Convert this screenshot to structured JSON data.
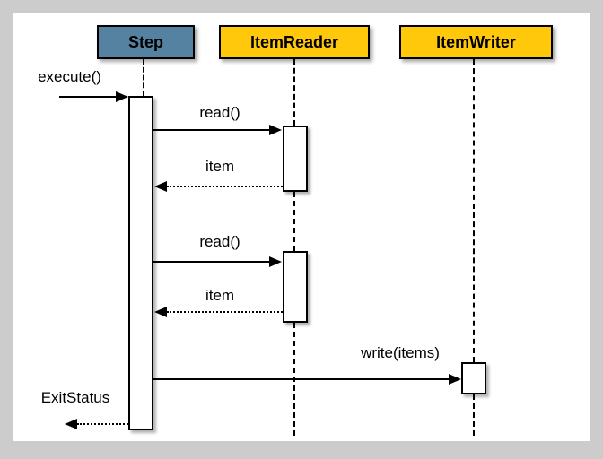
{
  "diagram": {
    "type": "uml-sequence-diagram",
    "subject": "Spring Batch Step / ItemReader / ItemWriter interaction"
  },
  "colors": {
    "background": "#cccccc",
    "canvas": "#ffffff",
    "step_header_fill": "#5582A0",
    "participant_header_fill": "#FFC80A",
    "line": "#000000"
  },
  "lifelines": [
    {
      "name": "Step",
      "kind": "step"
    },
    {
      "name": "ItemReader",
      "kind": "participant"
    },
    {
      "name": "ItemWriter",
      "kind": "participant"
    }
  ],
  "messages": [
    {
      "label": "execute()",
      "from": "caller",
      "to": "Step",
      "style": "solid"
    },
    {
      "label": "read()",
      "from": "Step",
      "to": "ItemReader",
      "style": "solid"
    },
    {
      "label": "item",
      "from": "ItemReader",
      "to": "Step",
      "style": "dotted"
    },
    {
      "label": "read()",
      "from": "Step",
      "to": "ItemReader",
      "style": "solid"
    },
    {
      "label": "item",
      "from": "ItemReader",
      "to": "Step",
      "style": "dotted"
    },
    {
      "label": "write(items)",
      "from": "Step",
      "to": "ItemWriter",
      "style": "solid"
    },
    {
      "label": "ExitStatus",
      "from": "Step",
      "to": "caller",
      "style": "dotted"
    }
  ]
}
